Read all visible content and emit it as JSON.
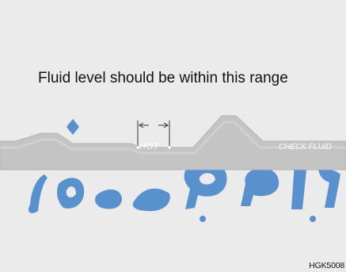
{
  "caption": "Fluid level should be within this range",
  "dipstick": {
    "hot_label": "HOT",
    "check_label": "CHECK FLUID"
  },
  "figure_code": "HGK5008",
  "watermark": "یراد خودرو فا"
}
